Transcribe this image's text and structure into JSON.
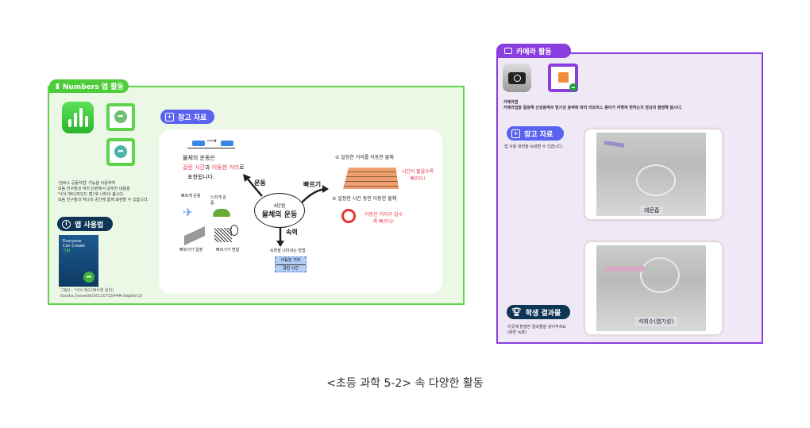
{
  "numbers_panel": {
    "tab_label": "Numbers 앱 활동",
    "description": [
      "'넘버스 공동작업' 기능을 이용하여",
      "모둠 친구들과 여러 단원에서 공부한 내용을",
      "'낙서 에드(마인드 맵)'로 나타내 봅시다.",
      "모둠 친구들과 하나의 공간에 함께 표현할 수 있습니다."
    ],
    "how_to_label": "앱 사용법",
    "book": {
      "title_line1": "Everyone",
      "title_line2": "Can Create",
      "subtitle": "그림"
    },
    "book_caption": [
      "그림2 : '낙서 에드(배우엔 원리)",
      "ibooks://assetid/1611071544#chapter(2)"
    ],
    "reference_label": "참고 자료",
    "mindmap": {
      "center_line1": "4단원",
      "center_line2": "물체의 운동",
      "branch_motion": "운동",
      "branch_fast": "빠르기",
      "branch_speed": "속력",
      "motion_text1": "물체의 운동은",
      "motion_text2a": "걸린 시간",
      "motion_text2b": "과",
      "motion_text2c": "이동한 거리",
      "motion_text2d": "로",
      "motion_text3": "표현됩니다.",
      "plane": "빠르게 운동",
      "turtle": "느리게 운동",
      "escalator": "빠르기가 일정",
      "coaster": "빠르기가 변함",
      "fast1": "① 일정한 거리를 이동한 물체",
      "fast1_note": "시간이 짧을수록 빠르다!",
      "fast2": "② 일정한 시간 동안 이동한 물체",
      "fast2_note": "이동한 거리가 길수록 빠르다!",
      "speed_method": "속력을 나타내는 방법",
      "speed_num": "이동한 거리",
      "speed_den": "걸린 시간"
    }
  },
  "camera_panel": {
    "tab_label": "카메라 활동",
    "app_name": "카메라앱",
    "description": "카메라앱을 활용해 산성용액과 염기성 용액에 따라 리트머스 종이가 어떻게 변하는지 영상의 촬영해 봅시다.",
    "reference_label": "참고 자료",
    "reference_note": "앱 사용 화면을 녹화할 수 있습니다.",
    "photo1_label": "레몬즙",
    "photo2_label": "석회수(염기성)",
    "results_label": "학생 결과물",
    "results_note": [
      "이곳에 촬영한 결과물을 넣어주세요",
      "(화면 녹화)"
    ]
  },
  "caption": "<초등 과학 5-2> 속 다양한 활동",
  "colors": {
    "green": "#4fcc3a",
    "purple": "#8a3ee0",
    "navy": "#0f3556",
    "blue_pill": "#5a63f0"
  }
}
